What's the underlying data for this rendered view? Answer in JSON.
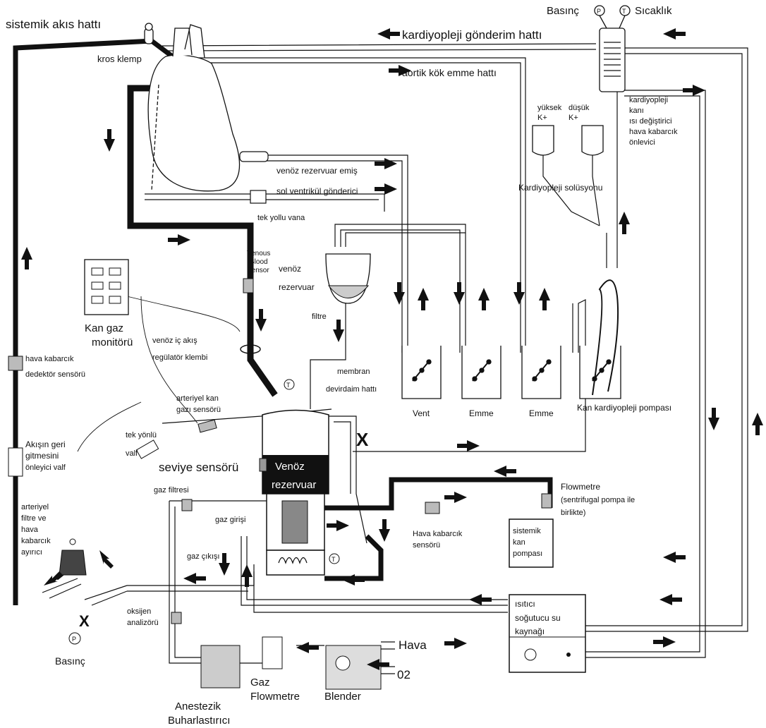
{
  "labels": {
    "systemic_line": "sistemik akıs hattı",
    "cross_clamp": "kros klemp",
    "cardioplegia_delivery": "kardiyopleji gönderim hattı",
    "aortic_root_suction": "aortik kök emme hattı",
    "pressure_top": "Basınç",
    "temperature_top": "Sıcaklık",
    "p_symbol": "P",
    "t_symbol": "T",
    "high_k": "yüksek",
    "low_k": "düşük",
    "k_plus": "K+",
    "cardioplegia_exchanger_1": "kardiyopleji",
    "cardioplegia_exchanger_2": "kanı",
    "cardioplegia_exchanger_3": "ısı değiştirici",
    "cardioplegia_exchanger_4": "hava kabarcık",
    "cardioplegia_exchanger_5": "önlevici",
    "venous_reservoir_suction": "venöz rezervuar emiş",
    "lv_vent": "sol ventrikül gönderici",
    "one_way_valve": "tek yollu vana",
    "cardioplegia_solution": "Kardiyopleji solüsyonu",
    "venous_blood_sensor_1": "Venous",
    "venous_blood_sensor_2": "Blood",
    "venous_blood_sensor_3": "Sensor",
    "venous_reservoir_small_1": "venöz",
    "venous_reservoir_small_2": "rezervuar",
    "filter": "filtre",
    "blood_gas_monitor_1": "Kan gaz",
    "blood_gas_monitor_2": "monitörü",
    "venous_flow_regulator_1": "venöz iç akış",
    "venous_flow_regulator_2": "regülatör klembi",
    "bubble_detector_1": "hava kabarcık",
    "bubble_detector_2": "dedektör sensörü",
    "membrane_recirc_1": "membran",
    "membrane_recirc_2": "devirdaim hattı",
    "arterial_gas_sensor_1": "arteriyel kan",
    "arterial_gas_sensor_2": "gazı sensörü",
    "pump_vent": "Vent",
    "pump_suction_1": "Emme",
    "pump_suction_2": "Emme",
    "pump_cardioplegia": "Kan kardiyopleji pompası",
    "backflow_valve_1": "Akışın geri",
    "backflow_valve_2": "gitmesini",
    "backflow_valve_3": "önleyici valf",
    "one_way_valve_2_1": "tek yönlü",
    "one_way_valve_2_2": "valf",
    "level_sensor": "seviye sensörü",
    "venous_reservoir_big_1": "Venöz",
    "venous_reservoir_big_2": "rezervuar",
    "flowmeter_1": "Flowmetre",
    "flowmeter_2": "(sentrifugal pompa ile",
    "flowmeter_3": "birlikte)",
    "gas_filter": "gaz filtresi",
    "gas_inlet": "gaz girişi",
    "gas_outlet": "gaz çıkışı",
    "art_filter_1": "arteriyel",
    "art_filter_2": "filtre ve",
    "art_filter_3": "hava",
    "art_filter_4": "kabarcık",
    "art_filter_5": "ayırıcı",
    "bubble_sensor_1": "Hava kabarcık",
    "bubble_sensor_2": "sensörü",
    "systemic_pump_1": "sistemik",
    "systemic_pump_2": "kan",
    "systemic_pump_3": "pompası",
    "oxygen_analyzer_1": "oksijen",
    "oxygen_analyzer_2": "analizörü",
    "heater_cooler_1": "ısıtıcı",
    "heater_cooler_2": "soğutucu su",
    "heater_cooler_3": "kaynağı",
    "pressure_bottom": "Basınç",
    "air": "Hava",
    "oxygen": "02",
    "gas_flowmeter_1": "Gaz",
    "gas_flowmeter_2": "Flowmetre",
    "blender": "Blender",
    "anesthetic_1": "Anestezik",
    "anesthetic_2": "Buharlastırıcı",
    "x_mark": "X"
  }
}
